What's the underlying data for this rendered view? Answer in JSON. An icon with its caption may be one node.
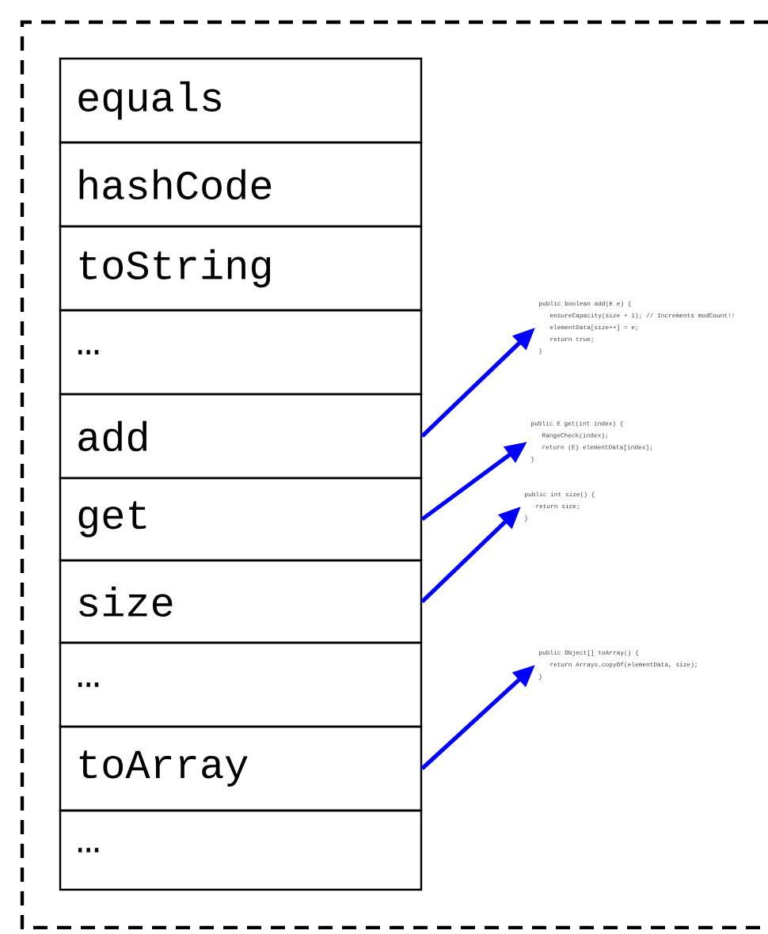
{
  "diagram": {
    "nodes": [
      {
        "text": [
          "equals"
        ]
      },
      {
        "text": [
          "hashCode"
        ]
      },
      {
        "text": [
          "toString"
        ]
      },
      {
        "text": [
          "…"
        ]
      },
      {
        "text": [
          "add"
        ]
      },
      {
        "text": [
          "get"
        ]
      },
      {
        "text": [
          "size"
        ]
      },
      {
        "text": [
          "…"
        ]
      },
      {
        "text": [
          "toArray"
        ]
      },
      {
        "text": [
          "…"
        ]
      },
      {
        "text": [
          "public boolean add(E e) {",
          "ensureCapacity(size + 1);  // Increments modCount!!",
          "elementData[size++] = e;",
          "return true;",
          "}"
        ]
      },
      {
        "text": [
          "public E get(int index) {",
          "RangeCheck(index);",
          "return (E) elementData[index];",
          "}"
        ]
      },
      {
        "text": [
          "public int size() {",
          "return size;",
          "}"
        ]
      },
      {
        "text": [
          "public Object[] toArray() {",
          "return Arrays.copyOf(elementData, size);",
          "}"
        ]
      }
    ],
    "edges": [
      {
        "from": 4,
        "to": 10,
        "arrow": "to"
      },
      {
        "from": 5,
        "to": 11,
        "arrow": "to"
      },
      {
        "from": 6,
        "to": 12,
        "arrow": "to"
      },
      {
        "from": 8,
        "to": 13,
        "arrow": "to"
      }
    ]
  }
}
